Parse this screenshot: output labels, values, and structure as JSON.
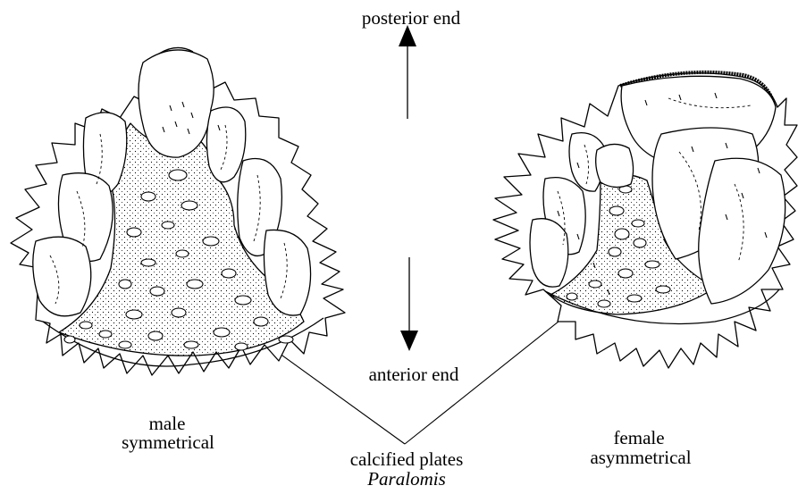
{
  "labels": {
    "posterior": "posterior end",
    "anterior": "anterior end",
    "male": "male",
    "male_desc": "symmetrical",
    "female": "female",
    "female_desc": "asymmetrical",
    "calcified": "calcified plates",
    "genus": "Paralomis"
  }
}
